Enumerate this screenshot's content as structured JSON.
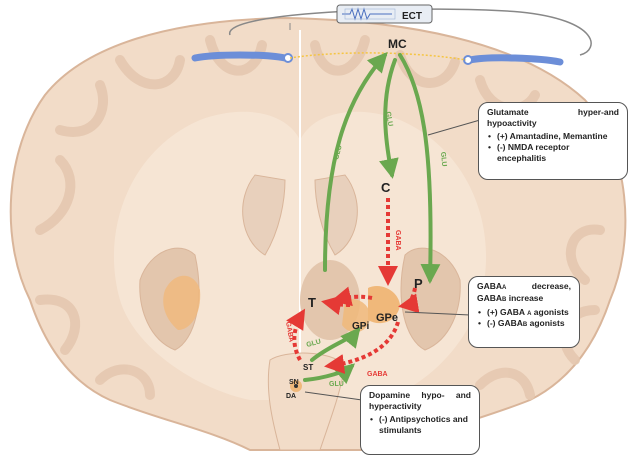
{
  "labels": {
    "ect": "ECT",
    "mc": "MC",
    "c": "C",
    "t": "T",
    "gpe": "GPe",
    "gpi": "GPi",
    "p": "P",
    "st": "ST",
    "sn": "SN",
    "da": "DA"
  },
  "pathways": {
    "glu_mc_t": "GLU",
    "glu_mc_c": "GLU",
    "glu_mc_p": "GLU",
    "gaba_c_gpe": "GABA",
    "gaba_gpi_t": "GABA",
    "gaba_gpe_st": "GABA",
    "glu_st_gpi": "GLU",
    "glu_sn": "GLU"
  },
  "callouts": {
    "glutamate": {
      "title": "Glutamate hyper-and hypoactivity",
      "items": [
        "(+) Amantadine, Memantine",
        "(-) NMDA receptor encephalitis"
      ]
    },
    "gaba": {
      "title_line1": "GABA",
      "title_sub1": "A",
      "title_line2": "decrease,",
      "title_line3": "GABA",
      "title_sub3": "B",
      "title_line4": "increase",
      "item1_pre": "(+) GABA",
      "item1_sub": "A",
      "item1_post": "agonists",
      "item2_pre": "(-) GABA",
      "item2_sub": "B",
      "item2_post": "agonists"
    },
    "dopamine": {
      "title": "Dopamine hypo- and hyperactivity",
      "items": [
        "(-) Antipsychotics and stimulants"
      ]
    }
  },
  "colors": {
    "brain_fill": "#f2dcc8",
    "brain_outline": "#d9b59a",
    "gyri_dark": "#e5c8b0",
    "nucleus": "#f0b87a",
    "glutamate_arrow": "#6aa84f",
    "gaba_arrow": "#e53935",
    "electrode": "#6c8ed8"
  }
}
